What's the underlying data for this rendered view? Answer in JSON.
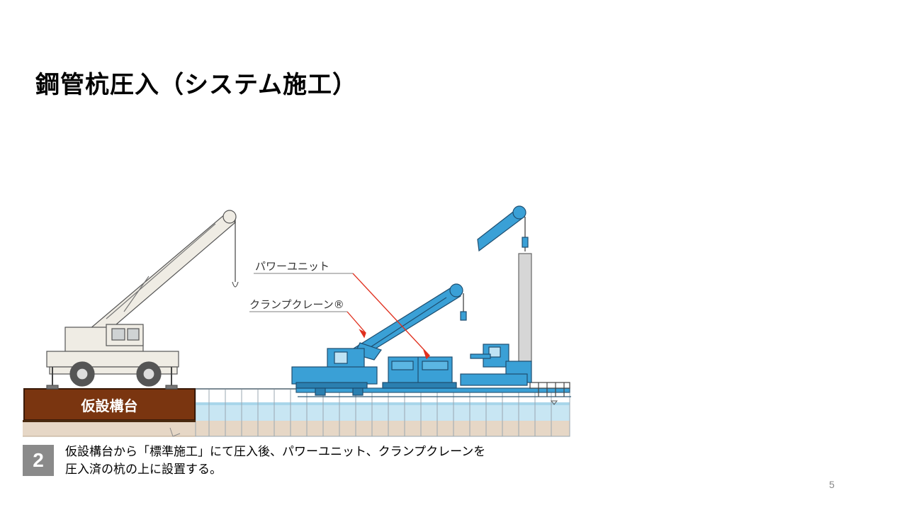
{
  "title": "鋼管杭圧入（システム施工）",
  "diagram": {
    "platform_label": "仮設構台",
    "callouts": {
      "power_unit": "パワーユニット",
      "clamp_crane": "クランプクレーン®"
    }
  },
  "step": {
    "number": "2",
    "line1": "仮設構台から「標準施工」にて圧入後、パワーユニット、クランプクレーンを",
    "line2": "圧入済の杭の上に設置する。"
  },
  "page_number": "5",
  "colors": {
    "platform": "#7a3510",
    "machine_blue": "#3aa0d6",
    "crane_cream": "#efece4",
    "water": "#c8e6f3",
    "ground": "#e6d7c6",
    "callout_line": "#e0301e",
    "badge": "#8a8a8a"
  }
}
